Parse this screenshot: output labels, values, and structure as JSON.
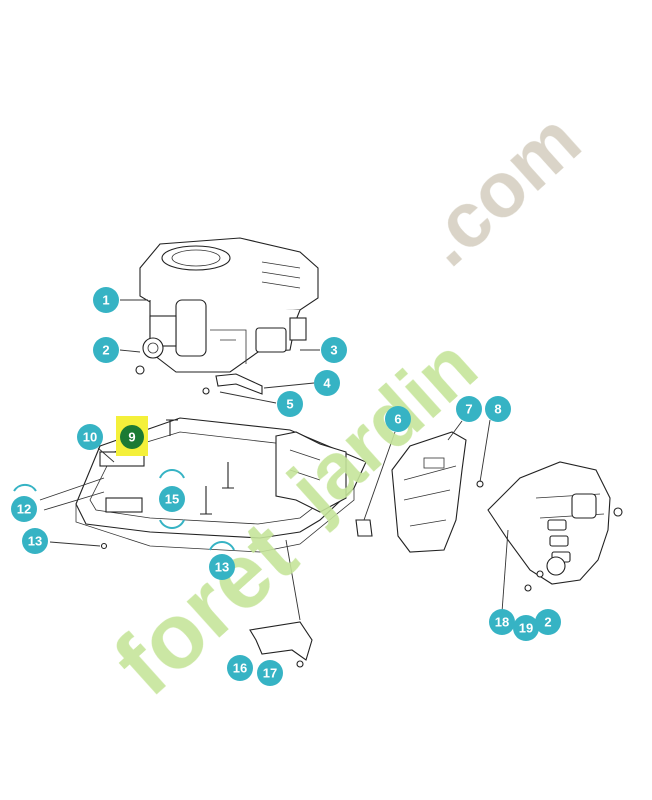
{
  "diagram": {
    "callouts": [
      {
        "id": "1",
        "label": "1"
      },
      {
        "id": "2",
        "label": "2"
      },
      {
        "id": "3",
        "label": "3"
      },
      {
        "id": "4",
        "label": "4"
      },
      {
        "id": "5",
        "label": "5"
      },
      {
        "id": "6",
        "label": "6"
      },
      {
        "id": "7",
        "label": "7"
      },
      {
        "id": "8",
        "label": "8"
      },
      {
        "id": "9",
        "label": "9"
      },
      {
        "id": "10",
        "label": "10"
      },
      {
        "id": "12",
        "label": "12"
      },
      {
        "id": "13a",
        "label": "13"
      },
      {
        "id": "13b",
        "label": "13"
      },
      {
        "id": "15",
        "label": "15"
      },
      {
        "id": "16",
        "label": "16"
      },
      {
        "id": "17",
        "label": "17"
      },
      {
        "id": "18",
        "label": "18"
      },
      {
        "id": "19",
        "label": "19"
      },
      {
        "id": "2b",
        "label": "2"
      }
    ],
    "selected_callout": "9"
  },
  "watermark": {
    "text_a": "foret",
    "text_b": "jardin",
    "text_c": ".com"
  },
  "colors": {
    "callout": "#36b3c4",
    "selected_callout": "#1b7a34",
    "selected_highlight": "#f4f03a",
    "watermark_green": "#c6e59a",
    "watermark_orange": "#f3c08a",
    "watermark_grey": "#d6d0c2"
  }
}
